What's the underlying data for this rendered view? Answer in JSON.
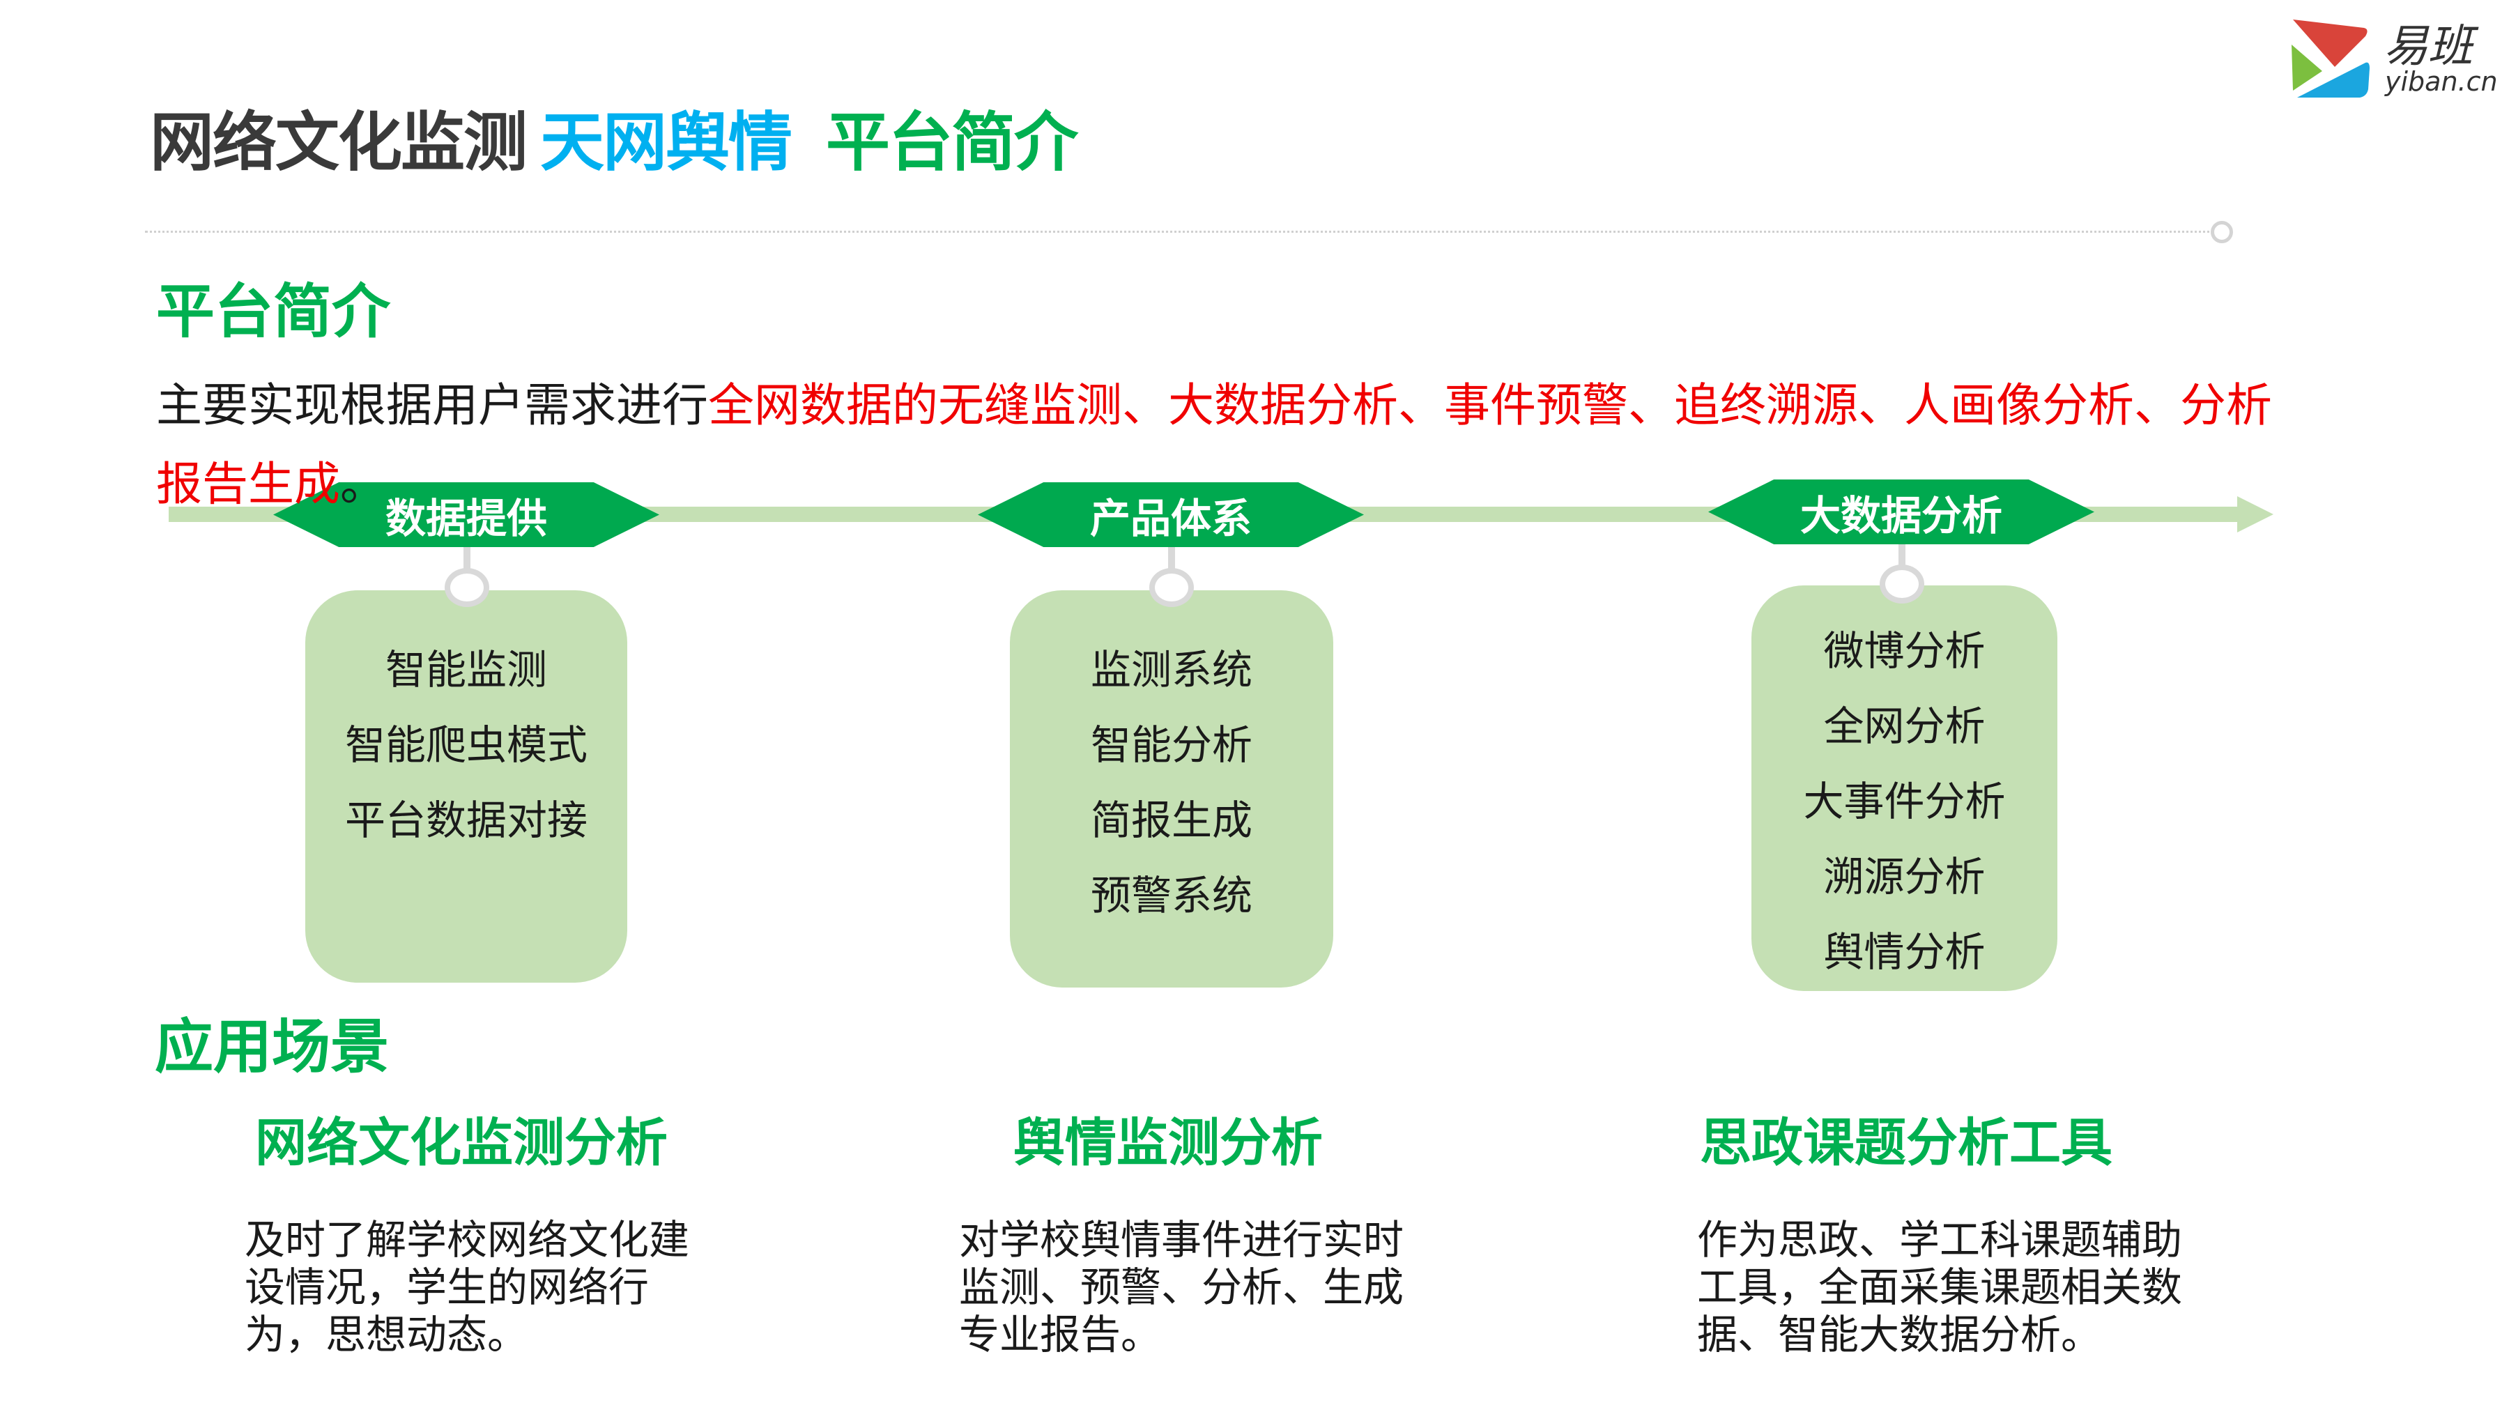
{
  "header": {
    "title_part1": "网络文化监测",
    "title_part2": "天网舆情",
    "title_part3": "平台简介",
    "logo_text": "易班",
    "logo_subtext": "yiban.cn"
  },
  "intro": {
    "heading": "平台简介",
    "text_prefix": "主要实现根据用户需求进行",
    "text_highlight": "全网数据的无缝监测、大数据分析、事件预警、追终溯源、人画像分析、分析报告生成",
    "text_suffix": "。"
  },
  "timeline": [
    {
      "label": "数据提供",
      "items": [
        "智能监测",
        "智能爬虫模式",
        "平台数据对接"
      ]
    },
    {
      "label": "产品体系",
      "items": [
        "监测系统",
        "智能分析",
        "简报生成",
        "预警系统"
      ]
    },
    {
      "label": "大数据分析",
      "items": [
        "微博分析",
        "全网分析",
        "大事件分析",
        "溯源分析",
        "舆情分析"
      ]
    }
  ],
  "scenarios": {
    "heading": "应用场景",
    "items": [
      {
        "title": "网络文化监测分析",
        "desc": "及时了解学校网络文化建设情况，学生的网络行为，思想动态。"
      },
      {
        "title": "舆情监测分析",
        "desc": "对学校舆情事件进行实时监测、预警、分析、生成专业报告。"
      },
      {
        "title": "思政课题分析工具",
        "desc": "作为思政、学工科课题辅助工具，全面采集课题相关数据、智能大数据分析。"
      }
    ]
  },
  "colors": {
    "green": "#00a94f",
    "light_green": "#c5e0b4",
    "blue": "#00b0f0",
    "red": "#f00000"
  }
}
